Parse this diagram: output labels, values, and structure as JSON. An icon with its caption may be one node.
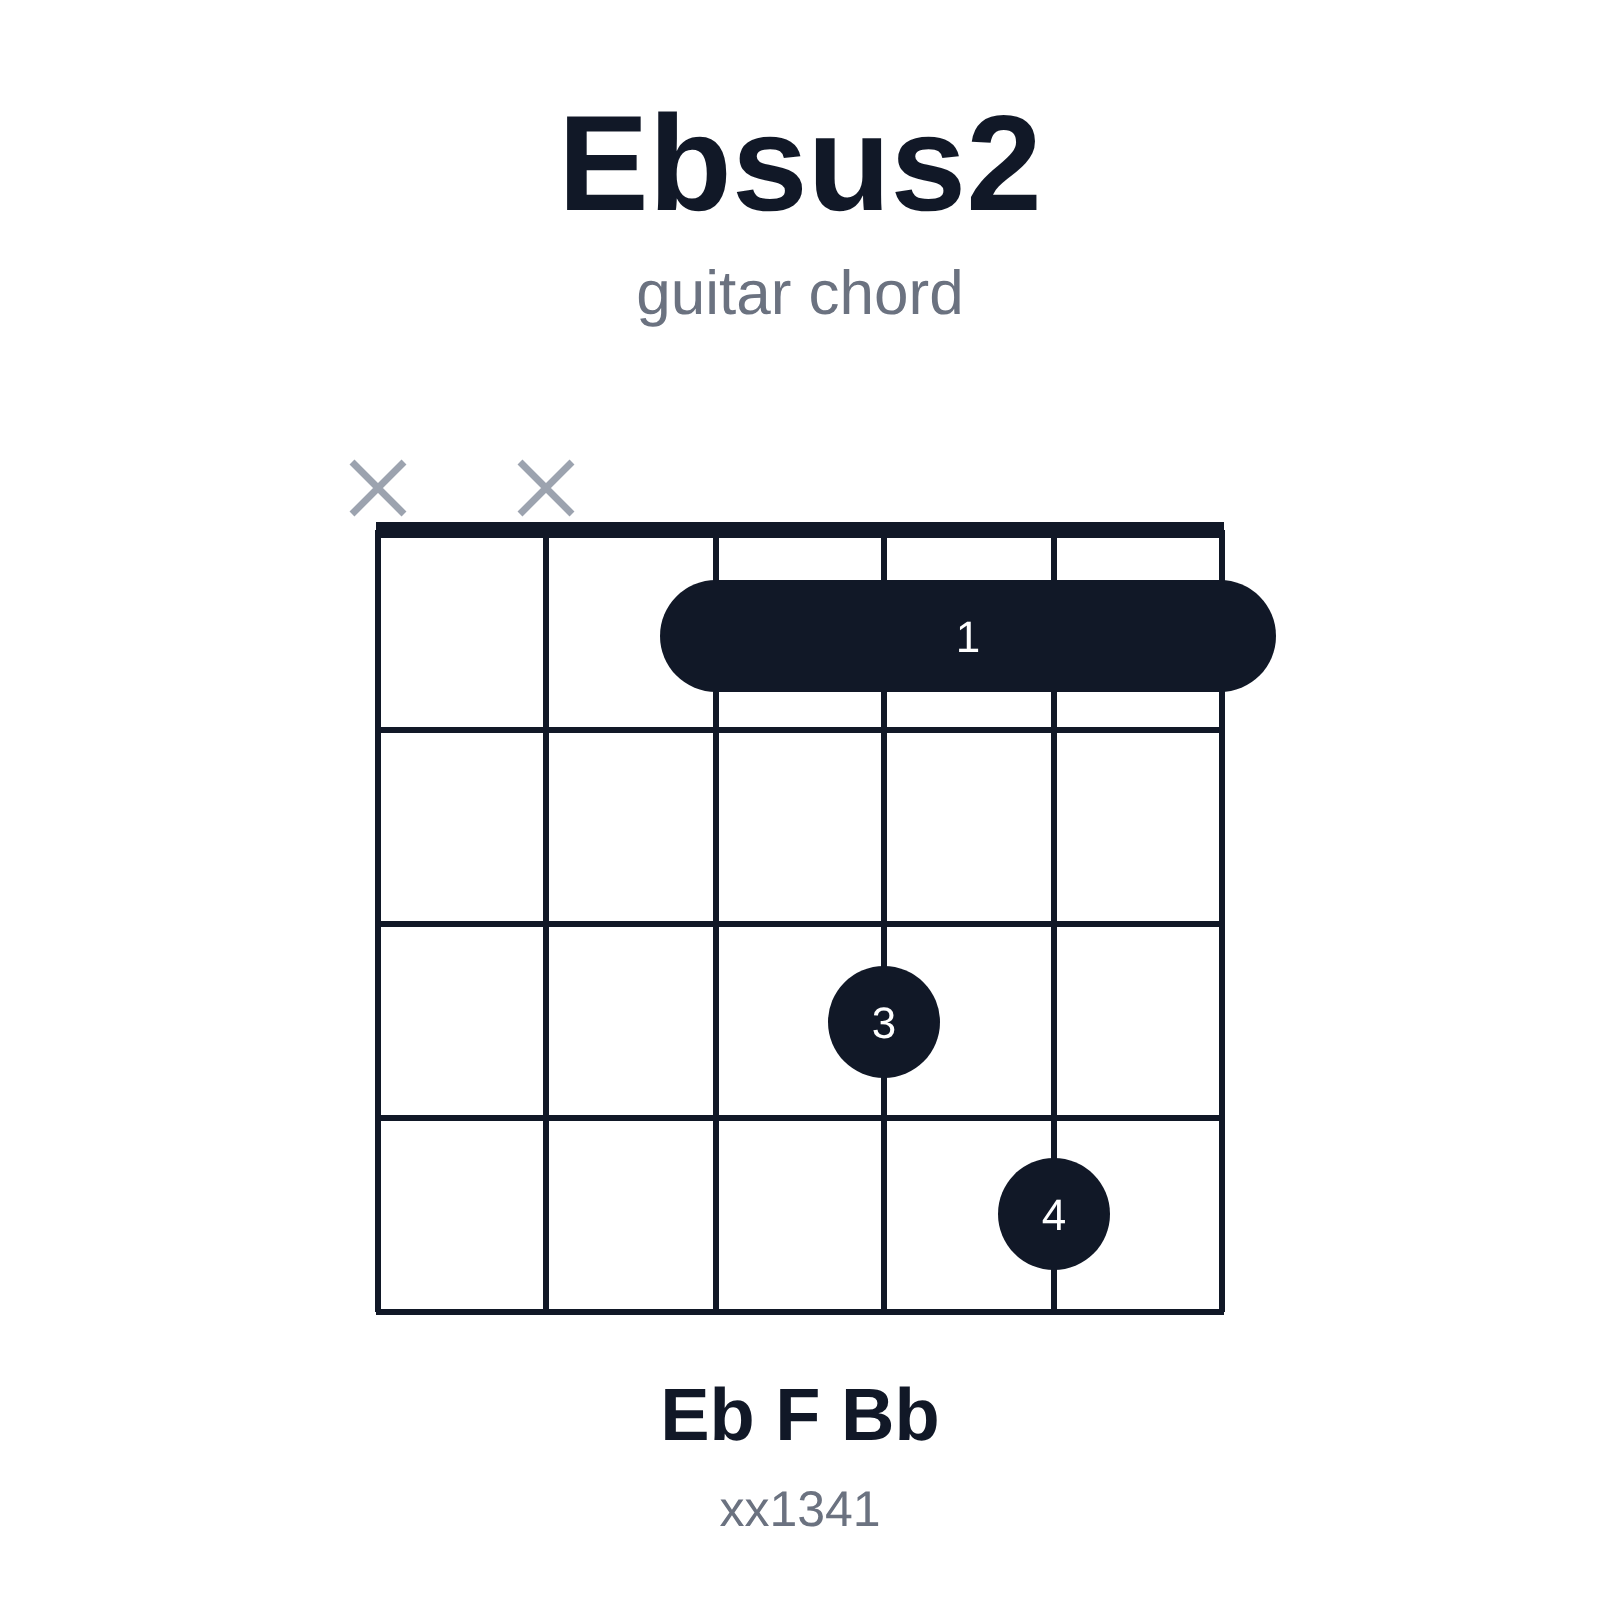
{
  "diagram": {
    "title": "Ebsus2",
    "nodes": [
      {
        "text": [
          "1"
        ]
      },
      {
        "text": [
          "3"
        ]
      },
      {
        "text": [
          "4"
        ]
      }
    ],
    "labels": [
      "guitar chord",
      "Eb F Bb",
      "xx1341"
    ]
  }
}
